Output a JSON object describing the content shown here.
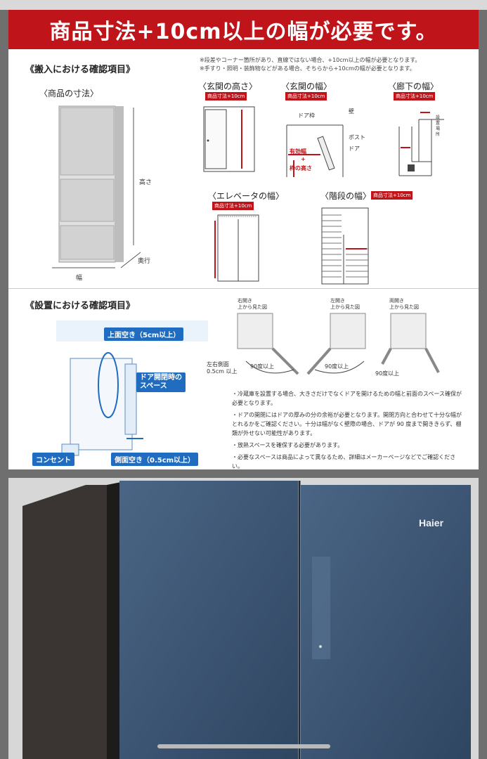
{
  "banner": {
    "title": "商品寸法+10cm以上の幅が必要です。"
  },
  "carry_in": {
    "title": "《搬入における確認項目》",
    "notes": [
      "※段差やコーナー箇所があり、直線ではない場合、+10cm以上の幅が必要となります。",
      "※手すり・照明・装飾物などがある場合、そちらから+10cmの幅が必要となります。"
    ],
    "product_size": {
      "label": "〈商品の寸法〉",
      "height": "高さ",
      "depth": "奥行",
      "width": "幅"
    },
    "entrance_height": {
      "label": "〈玄関の高さ〉",
      "tag": "商品寸法+10cm"
    },
    "entrance_width": {
      "label": "〈玄関の幅〉",
      "tag": "商品寸法+10cm",
      "door_frame": "ドア枠",
      "wall": "壁",
      "post": "ポスト",
      "door": "ドア",
      "effective_width": "有効幅",
      "plus": "+",
      "frame_height": "枠の高さ"
    },
    "hallway_width": {
      "label": "〈廊下の幅〉",
      "tag": "商品寸法+10cm",
      "side_text": "設置場所"
    },
    "elevator_width": {
      "label": "〈エレベータの幅〉",
      "tag": "商品寸法+10cm"
    },
    "stair_width": {
      "label": "〈階段の幅〉",
      "tag": "商品寸法+10cm"
    }
  },
  "install": {
    "title": "《設置における確認項目》",
    "top_clearance": "上面空き（5cm以上）",
    "door_space": "ドア開閉時の\nスペース",
    "outlet": "コンセント",
    "side_clearance": "側面空き（0.5cm以上）",
    "side_note": "左右側面\n0.5cm 以上",
    "views": [
      {
        "title": "右開き\n上から見た図",
        "angle": "90度以上"
      },
      {
        "title": "左開き\n上から見た図",
        "angle": "90度以上"
      },
      {
        "title": "両開き\n上から見た図",
        "angle": "90度以上"
      }
    ],
    "bullets": [
      "・冷蔵庫を設置する場合、大きさだけでなくドアを開けるための幅と前面のスペース確保が必要となります。",
      "・ドアの開閉にはドアの厚みの分の余裕が必要となります。開閉方向と合わせて十分な幅がとれるかをご確認ください。十分は幅がなく壁際の場合、ドアが 90 度まで開ききらず、棚類が外せない可能性があります。",
      "・放熱スペースを確保する必要があります。",
      "・必要なスペースは商品によって異なるため、詳細はメーカーページなどでご確認ください。"
    ]
  },
  "photo": {
    "brand": "Haier"
  },
  "colors": {
    "accent": "#c0141b",
    "info_blue": "#1f6cc0",
    "fridge_blue": "#3d5677"
  }
}
